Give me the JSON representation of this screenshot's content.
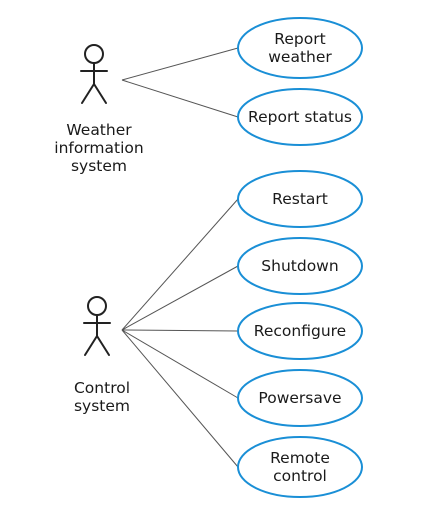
{
  "actors": [
    {
      "id": "weather-information-system",
      "label_lines": [
        "Weather",
        "information",
        "system"
      ],
      "use_cases": [
        {
          "id": "report-weather",
          "label_lines": [
            "Report",
            "weather"
          ]
        },
        {
          "id": "report-status",
          "label_lines": [
            "Report status"
          ]
        }
      ]
    },
    {
      "id": "control-system",
      "label_lines": [
        "Control",
        "system"
      ],
      "use_cases": [
        {
          "id": "restart",
          "label_lines": [
            "Restart"
          ]
        },
        {
          "id": "shutdown",
          "label_lines": [
            "Shutdown"
          ]
        },
        {
          "id": "reconfigure",
          "label_lines": [
            "Reconfigure"
          ]
        },
        {
          "id": "powersave",
          "label_lines": [
            "Powersave"
          ]
        },
        {
          "id": "remote-control",
          "label_lines": [
            "Remote",
            "control"
          ]
        }
      ]
    }
  ],
  "colors": {
    "usecase_border": "#1a8fd6",
    "line": "#555555",
    "text": "#1a1a1a"
  }
}
